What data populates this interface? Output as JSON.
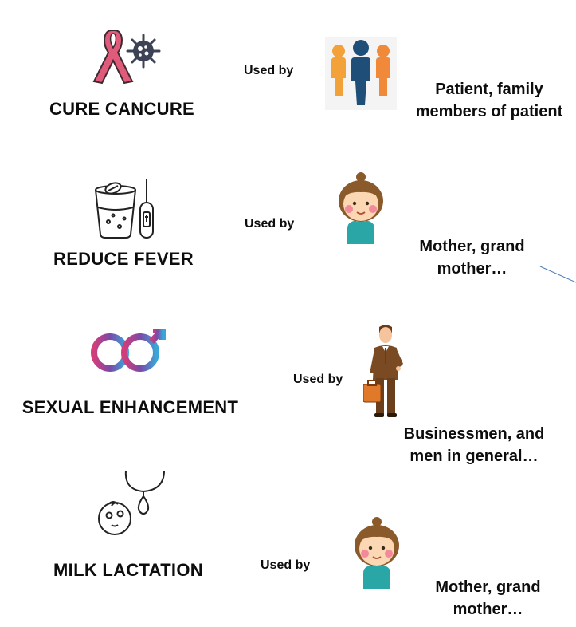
{
  "rows": [
    {
      "icon": "ribbon-virus-icon",
      "title": "CURE CANCURE",
      "used_by_label": "Used by",
      "user_icon": "people-group-icon",
      "users_line1": "Patient, family",
      "users_line2": "members of patient"
    },
    {
      "icon": "medicine-thermometer-icon",
      "title": "REDUCE FEVER",
      "used_by_label": "Used by",
      "user_icon": "woman-avatar-icon",
      "users_line1": "Mother, grand",
      "users_line2": "mother…"
    },
    {
      "icon": "gender-symbols-icon",
      "title": "SEXUAL ENHANCEMENT",
      "used_by_label": "Used by",
      "user_icon": "businessman-icon",
      "users_line1": "Businessmen, and",
      "users_line2": "men in general…"
    },
    {
      "icon": "baby-milk-drop-icon",
      "title": "MILK LACTATION",
      "used_by_label": "Used by",
      "user_icon": "woman-avatar-icon",
      "users_line1": "Mother, grand",
      "users_line2": "mother…"
    }
  ],
  "colors": {
    "ribbon": "#e05a7a",
    "virus": "#3d4256",
    "person_orange": "#f3a23a",
    "person_blue": "#1f4e79",
    "person_orange2": "#f08a3a",
    "female_gradient_start": "#d23d7a",
    "male_gradient_end": "#3aa6d8",
    "skin": "#fbd7b4",
    "hair": "#8b5a2b",
    "teal_shirt": "#2ba6a6",
    "suit": "#7a4a22",
    "briefcase": "#e07a2a"
  }
}
